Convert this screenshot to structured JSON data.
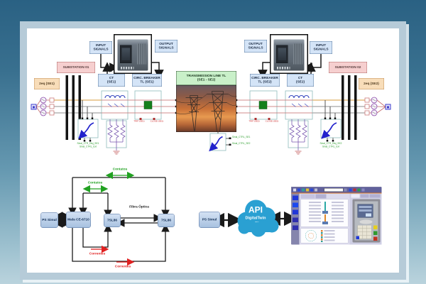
{
  "top_diagram": {
    "substation1": "SUBSTATION 01",
    "substation2": "SUBSTATION 02",
    "equiv_source1": "2eq (SE1)",
    "equiv_source2": "2eq (SE2)",
    "relay_left": {
      "input_label": "INPUT SIGNALS",
      "output_label": "OUTPUT SIGNALS",
      "ct_label": "CT (SE1)",
      "breaker_label": "CIRC. BREAKER TL (SE1)"
    },
    "relay_right": {
      "input_label": "INPUT SIGNALS",
      "output_label": "OUTPUT SIGNALS",
      "ct_label": "CT (SE2)",
      "breaker_label": "CIRC. BREAKER TL (SE2)"
    },
    "transmission_line_label": "TRANSMISSION LINE TL (SE1 - SE2)",
    "breaker_signals_left": [
      "TRIP (SE1)",
      "CLOSE (SE1)"
    ],
    "breaker_signals_right": [
      "TRIP (SE2)",
      "CLOSE (SE2)"
    ],
    "meas_signals_left": [
      "Sinal_CTR_Disj_SE1",
      "Sinal_CTRL_Ext"
    ],
    "meas_signals_center": [
      "Sinal_CTRL_SE1",
      "Sinal_CTRL_SE2"
    ],
    "meas_signals_right": [
      "Sinal_CTR_Disj_SE2",
      "Sinal_CTRL_Ext"
    ]
  },
  "hil_diagram": {
    "ps_simul": "PS Simul",
    "test_set": "Mala CE-6710",
    "relay_a": "7SL86",
    "relay_b": "7SL86",
    "fiber_label": "Fibra Óptica",
    "contacts_label": "Contatos",
    "currents_label": "Correntes"
  },
  "digital_twin": {
    "ps_simul": "PS Simul",
    "cloud_title": "API",
    "cloud_subtitle": "DigitalTwin"
  },
  "colors": {
    "accent_teal": "#2e7393",
    "label_blue_bg": "#d4e4f7",
    "label_pink_bg": "#f6cfcf",
    "label_orange_bg": "#f8ddb9",
    "label_green_bg": "#c9f0c9",
    "cloud_blue": "#2aa0d2",
    "contacts_green": "#21a121",
    "currents_red": "#e02020"
  }
}
